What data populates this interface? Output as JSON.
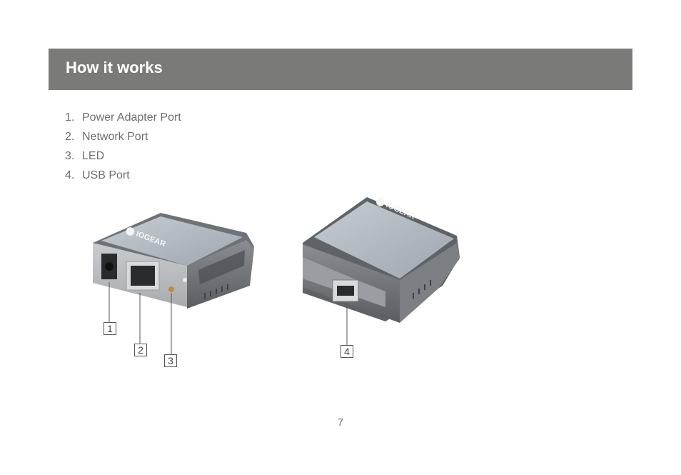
{
  "header": {
    "title": "How it works"
  },
  "steps": [
    {
      "num": "1.",
      "label": "Power Adapter Port"
    },
    {
      "num": "2.",
      "label": "Network Port"
    },
    {
      "num": "3.",
      "label": "LED"
    },
    {
      "num": "4.",
      "label": "USB Port"
    }
  ],
  "callouts": [
    "1",
    "2",
    "3",
    "4"
  ],
  "brand_logo_text": "IOGEAR",
  "page_number": "7",
  "colors": {
    "header_bg": "#7a7b79",
    "header_text": "#ffffff",
    "body_text": "#6e6e6e"
  }
}
